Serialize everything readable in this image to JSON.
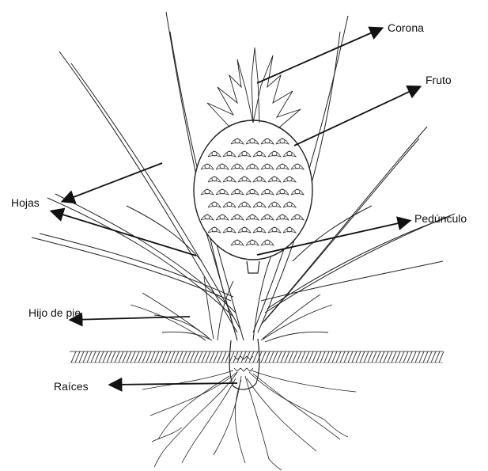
{
  "labels": {
    "corona": "Corona",
    "fruto": "Fruto",
    "hojas": "Hojas",
    "peduncle": "Pedúnculo",
    "hijo": "Hijo de pie",
    "raices": "Raíces"
  },
  "colors": {
    "ink": "#111111",
    "ground_hatch": "#555555"
  }
}
